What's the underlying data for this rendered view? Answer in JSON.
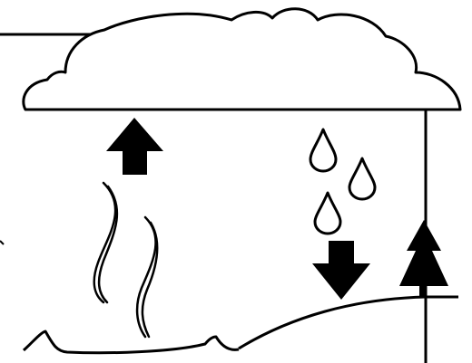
{
  "diagram": {
    "subject": "water cycle",
    "colors": {
      "stroke": "#000000",
      "fill": "#000000",
      "background": "#ffffff"
    },
    "elements": {
      "cloud": "cloud-icon",
      "evaporation_arrow": "arrow-up-icon",
      "evaporation_steam": "steam-icon",
      "rain_drops": "raindrop-icon",
      "precipitation_arrow": "arrow-down-icon",
      "tree": "tree-icon",
      "ground": "ground-line",
      "water_body": "water-waves"
    }
  }
}
